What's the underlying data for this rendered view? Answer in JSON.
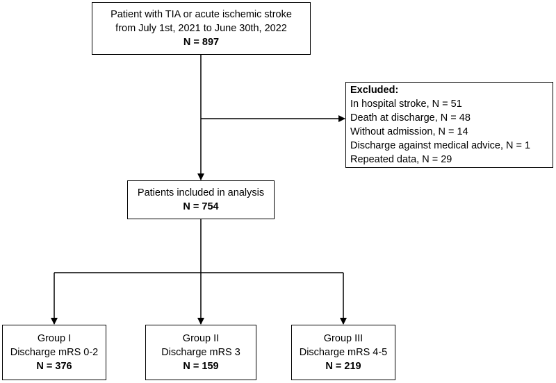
{
  "screened": {
    "line1": "Patient with TIA or acute ischemic stroke",
    "line2": "from July 1st, 2021 to June 30th, 2022",
    "count": "N = 897"
  },
  "excluded": {
    "title": "Excluded:",
    "items": [
      "In hospital stroke, N = 51",
      "Death at discharge, N = 48",
      "Without admission, N = 14",
      "Discharge against medical advice, N = 1",
      "Repeated data, N = 29"
    ]
  },
  "included": {
    "label": "Patients included in analysis",
    "count": "N = 754"
  },
  "groups": [
    {
      "name": "Group I",
      "criteria": "Discharge mRS 0-2",
      "count": "N = 376"
    },
    {
      "name": "Group II",
      "criteria": "Discharge mRS 3",
      "count": "N = 159"
    },
    {
      "name": "Group III",
      "criteria": "Discharge mRS 4-5",
      "count": "N = 219"
    }
  ]
}
